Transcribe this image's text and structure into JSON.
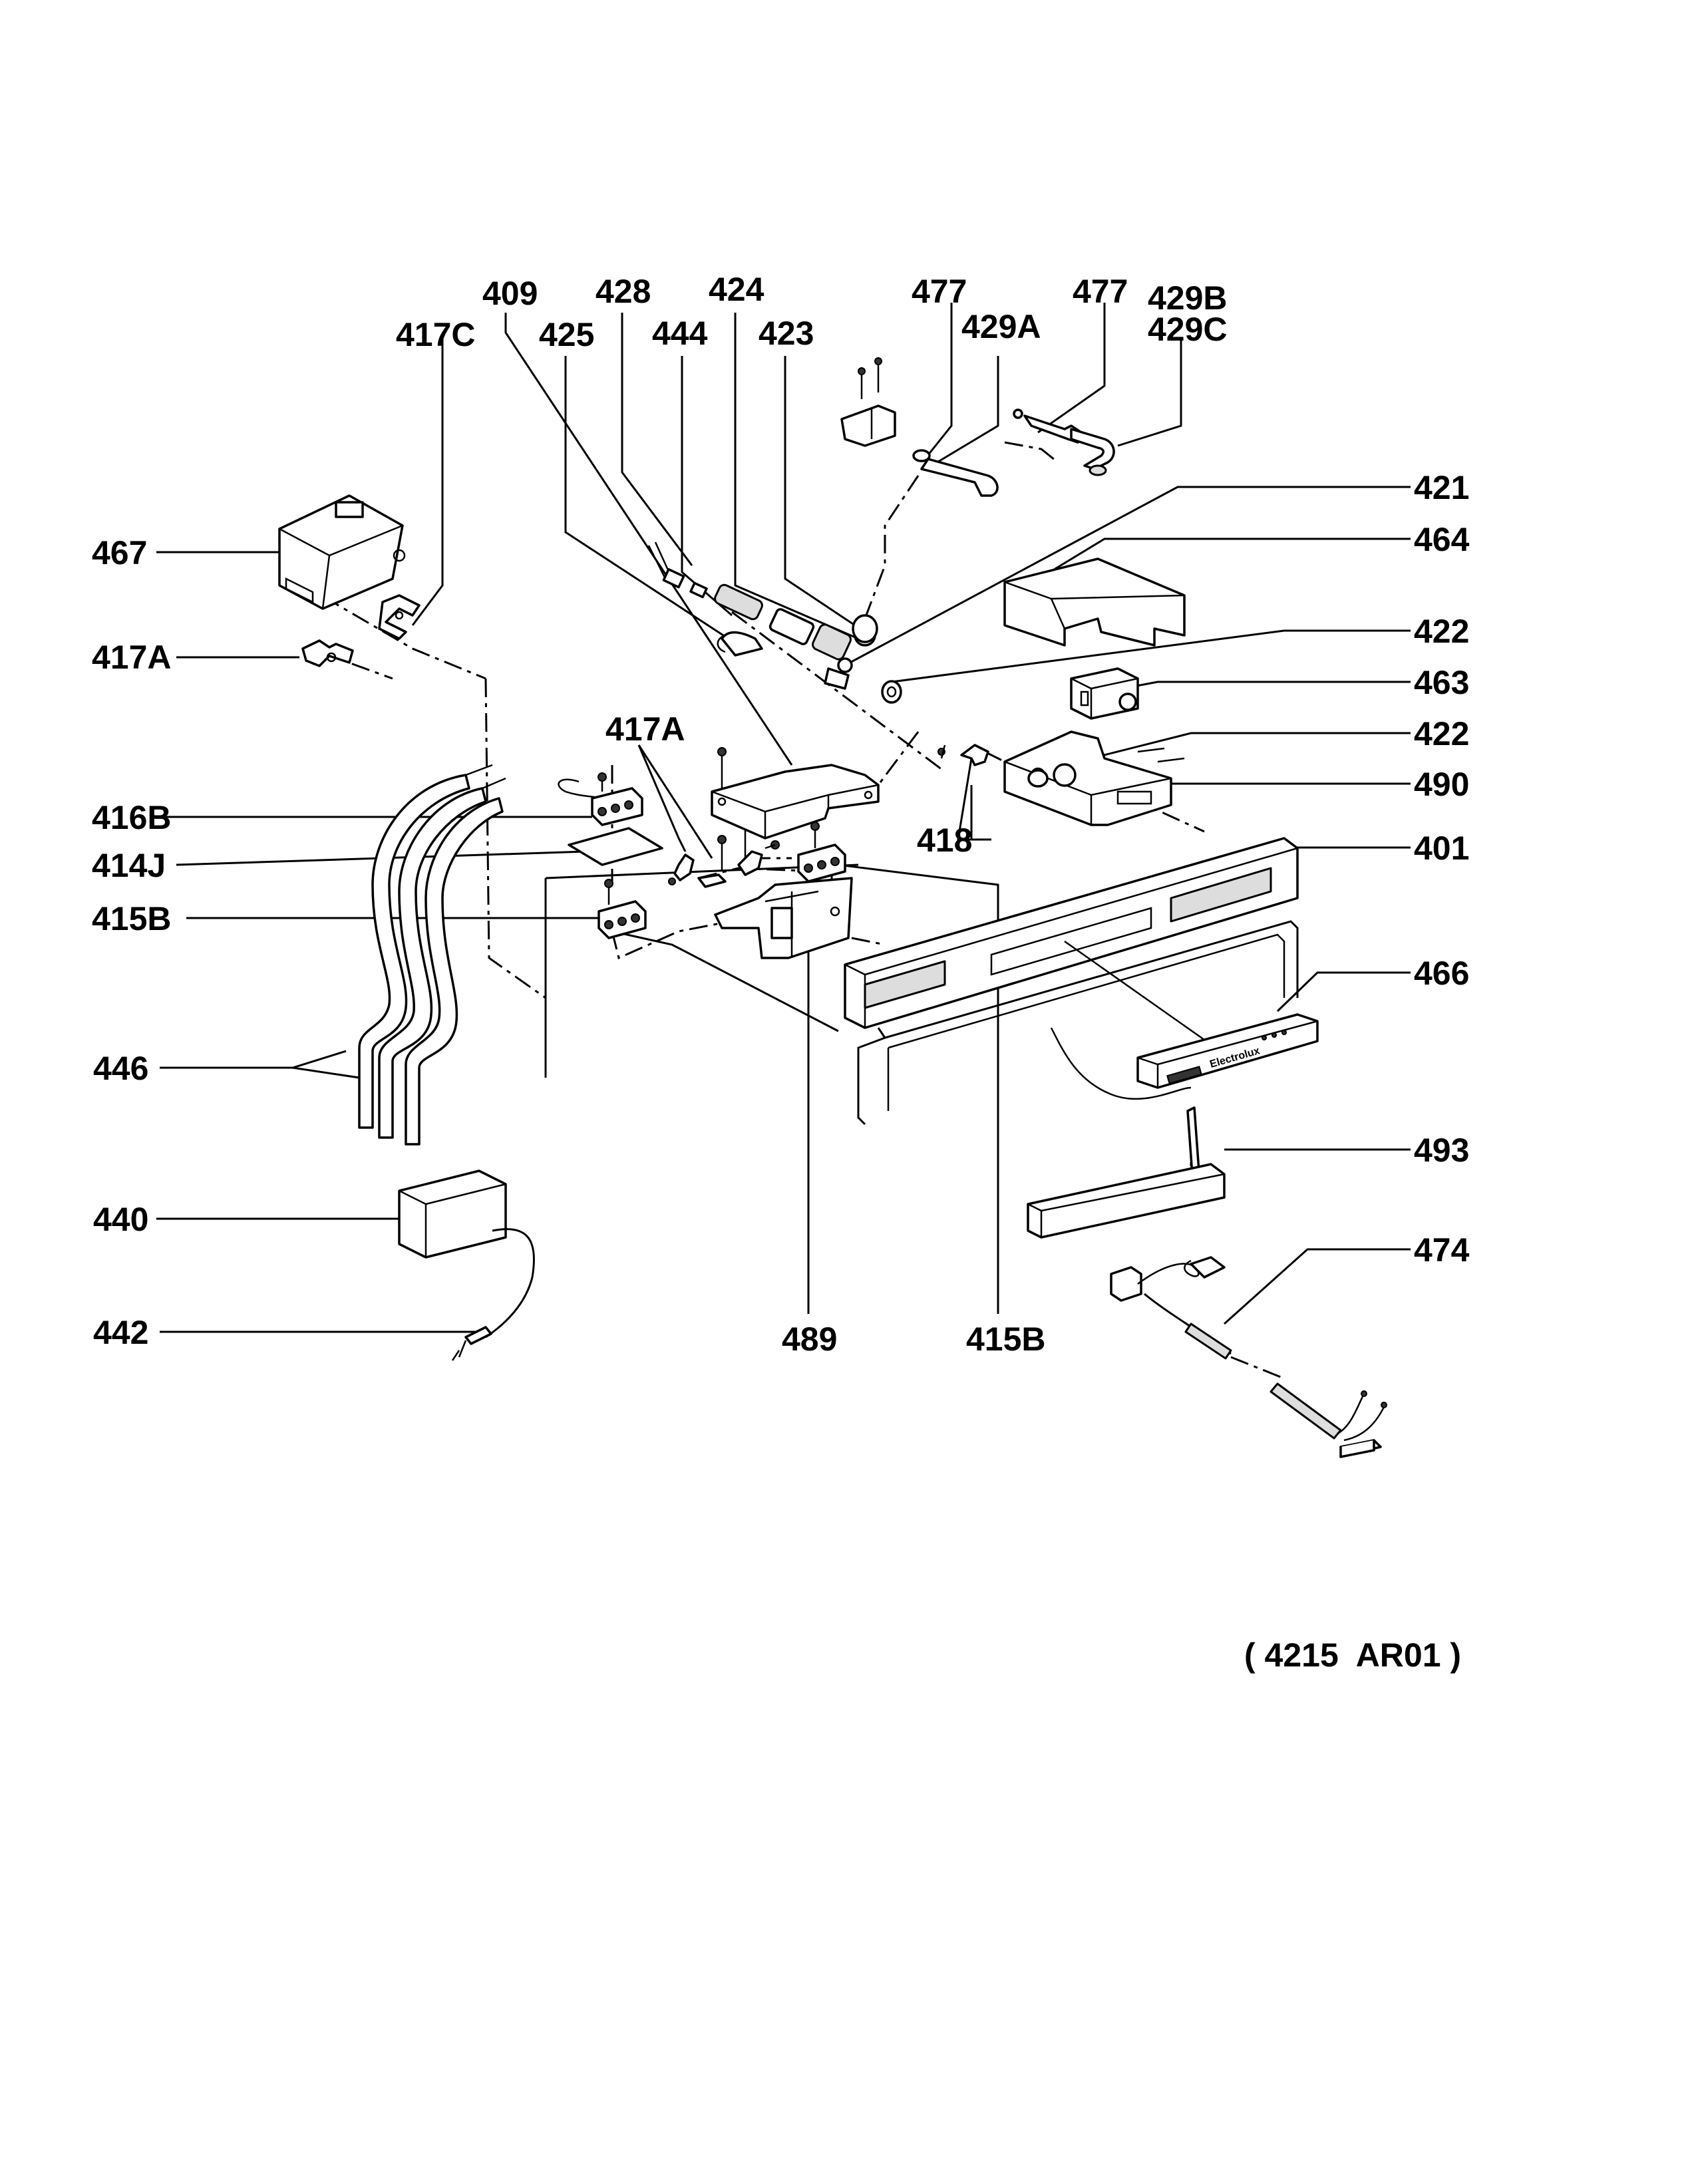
{
  "labels": {
    "l409": "409",
    "l428": "428",
    "l424": "424",
    "l477a": "477",
    "l477b": "477",
    "l429b": "429B",
    "l429c": "429C",
    "l417c": "417C",
    "l425": "425",
    "l444": "444",
    "l423": "423",
    "l429a": "429A",
    "l421": "421",
    "l467": "467",
    "l464": "464",
    "l417a_left": "417A",
    "l422a": "422",
    "l463": "463",
    "l417a_mid": "417A",
    "l422b": "422",
    "l416b": "416B",
    "l490": "490",
    "l418": "418",
    "l401": "401",
    "l414j": "414J",
    "l415b_left": "415B",
    "l466": "466",
    "l446": "446",
    "l493": "493",
    "l440": "440",
    "l474": "474",
    "l442": "442",
    "l489": "489",
    "l415b_bottom": "415B"
  },
  "reference": "( 4215  AR01 )",
  "panel_brand": "Electrolux"
}
